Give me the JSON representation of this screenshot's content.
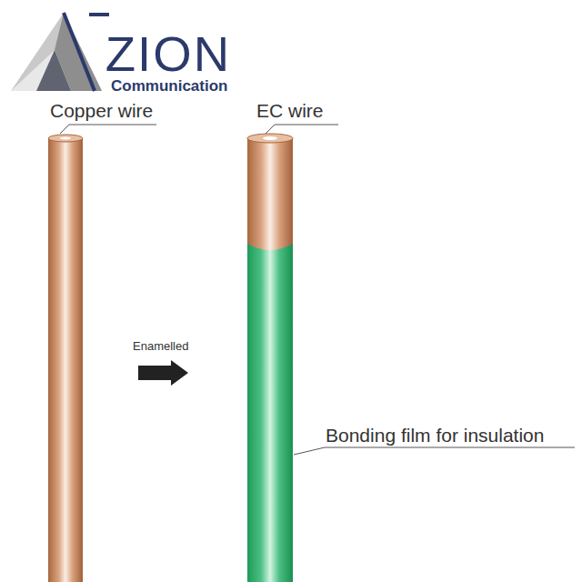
{
  "diagram": {
    "labels": [
      "ZION",
      "Communication",
      "Copper wire",
      "EC wire",
      "Enamelled",
      "Bonding film for insulation"
    ]
  }
}
